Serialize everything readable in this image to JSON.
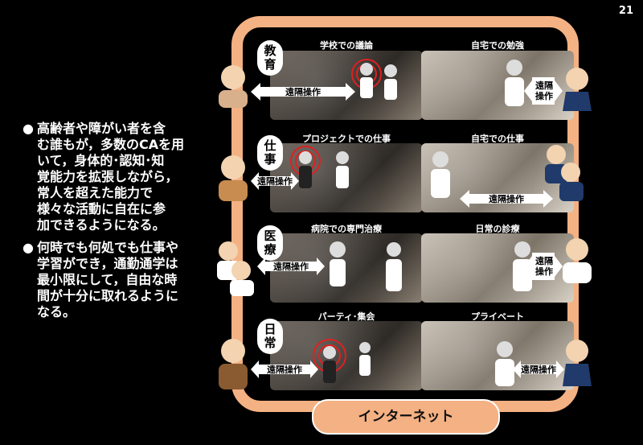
{
  "page_number": "21",
  "bullets": [
    {
      "text": "高齢者や障がい者を含\nむ誰もが，多数のCAを用\nいて，身体的･認知･知\n覚能力を拡張しながら，\n常人を超えた能力で\n様々な活動に自在に参\n加できるようになる。"
    },
    {
      "text": "何時でも何処でも仕事や\n学習ができ，通勤通学は\n最小限にして，自由な時\n間が十分に取れるように\nなる。"
    }
  ],
  "bullet_symbol": "●",
  "categories": {
    "education": "教\n育",
    "work": "仕\n事",
    "medical": "医\n療",
    "daily": "日\n常"
  },
  "scenes": {
    "school_discussion": "学校での議論",
    "home_study": "自宅での勉強",
    "project_work": "プロジェクトでの仕事",
    "home_work": "自宅での仕事",
    "hospital": "病院での専門治療",
    "daily_care": "日常の診療",
    "party": "パーティ･集会",
    "private": "プライベート"
  },
  "remote_label": "遠隔操作",
  "remote_label_v": "遠隔\n操作",
  "internet_label": "インターネット",
  "colors": {
    "frame": "#f4b183",
    "bg": "#000000",
    "arrow": "#ffffff"
  }
}
